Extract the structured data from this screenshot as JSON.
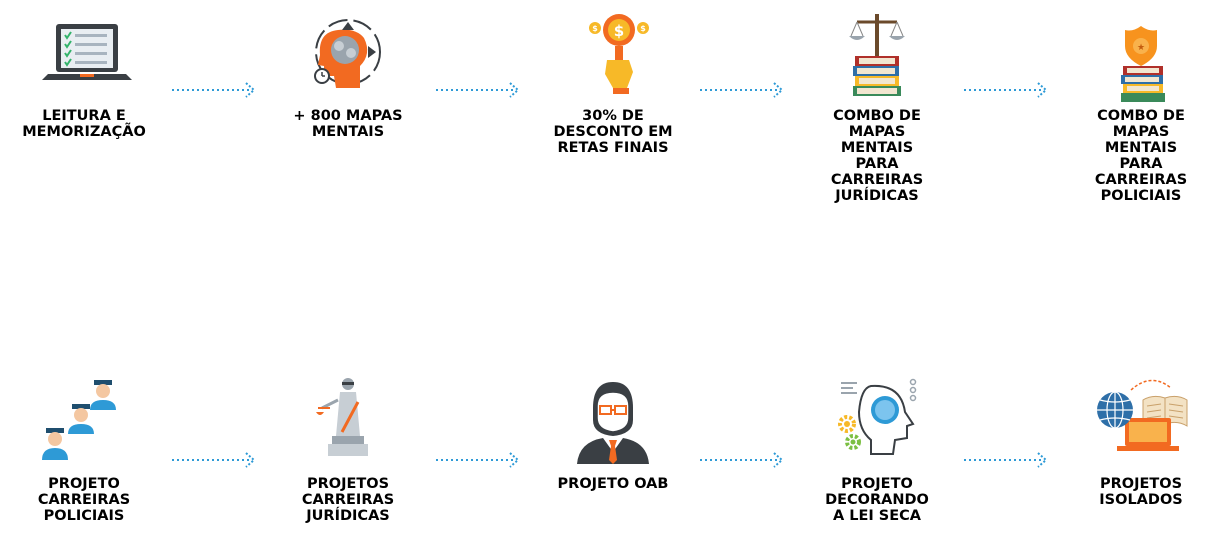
{
  "colors": {
    "accent_blue": "#2e9ad6",
    "accent_orange": "#f26a21",
    "text": "#000000",
    "dark": "#3a3f44"
  },
  "row1": [
    {
      "label_lines": [
        "LEITURA E",
        "MEMORIZAÇÃO"
      ],
      "icon": "laptop-checklist-icon"
    },
    {
      "label_lines": [
        "+ 800 MAPAS",
        "MENTAIS"
      ],
      "icon": "brain-head-icon"
    },
    {
      "label_lines": [
        "30% DE",
        "DESCONTO EM",
        "RETAS FINAIS"
      ],
      "icon": "coin-magnifier-icon"
    },
    {
      "label_lines": [
        "COMBO DE",
        "MAPAS",
        "MENTAIS",
        "PARA",
        "CARREIRAS",
        "JURÍDICAS"
      ],
      "icon": "scales-books-icon"
    },
    {
      "label_lines": [
        "COMBO DE",
        "MAPAS",
        "MENTAIS",
        "PARA",
        "CARREIRAS",
        "POLICIAIS"
      ],
      "icon": "badge-books-icon"
    }
  ],
  "row2": [
    {
      "label_lines": [
        "PROJETO",
        "CARREIRAS",
        "POLICIAIS"
      ],
      "icon": "police-officers-icon"
    },
    {
      "label_lines": [
        "PROJETOS",
        "CARREIRAS",
        "JURÍDICAS"
      ],
      "icon": "lady-justice-icon"
    },
    {
      "label_lines": [
        "PROJETO OAB"
      ],
      "icon": "lawyer-avatar-icon"
    },
    {
      "label_lines": [
        "PROJETO",
        "DECORANDO",
        "A LEI SECA"
      ],
      "icon": "mind-gears-icon"
    },
    {
      "label_lines": [
        "PROJETOS",
        "ISOLADOS"
      ],
      "icon": "globe-book-laptop-icon"
    }
  ]
}
